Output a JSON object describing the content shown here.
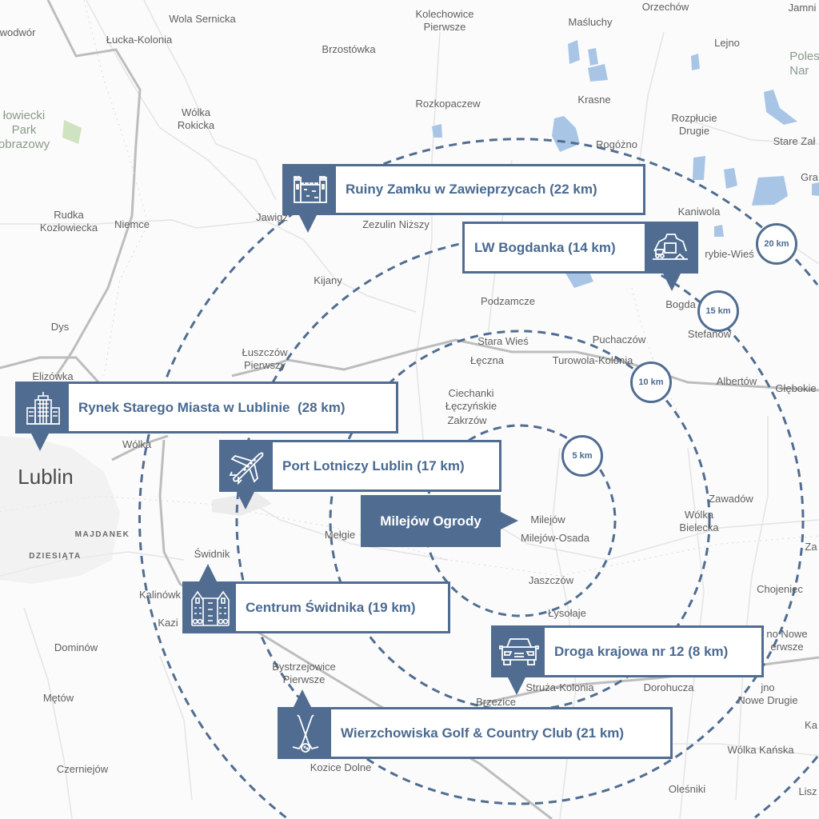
{
  "colors": {
    "accent": "#506d91",
    "water": "#a9c5e6",
    "road": "#bdbdbd",
    "park": "#cfe3c0"
  },
  "places": {
    "wodwor": "wodwór",
    "wola_sernicka": "Wola Sernicka",
    "lucka_kolonia": "Łucka-Kolonia",
    "brzostowka": "Brzostówka",
    "kolechowice": "Kolechowice\nPierwsze",
    "masluchy": "Maśluchy",
    "orzechow": "Orzechów",
    "jamni": "Jamni",
    "lejno": "Lejno",
    "poleski": "Poles\nNar",
    "park": "łowiecki\nPark\nobrazowy",
    "wolka_rokicka": "Wólka\nRokicka",
    "rozkopaczew": "Rozkopaczew",
    "krasne": "Krasne",
    "rozplucie": "Rozpłucie\nDrugie",
    "stare_zal": "Stare Zał",
    "rogozno": "Rogóżno",
    "gra": "Gra",
    "rudka": "Rudka\nKozłowiecka",
    "niemce": "Niemce",
    "jawigz": "Jawigz",
    "zezulin": "Zezulin Niższy",
    "kaniwola": "Kaniwola",
    "nadrybie": "rybie-Wieś",
    "kijany": "Kijany",
    "podzamcze": "Podzamcze",
    "bogda": "Bogda",
    "stefanow": "Stefanów",
    "dys": "Dys",
    "luszczow": "Łuszczów\nPierwszy",
    "stara_wies": "Stara Wieś",
    "puchaczow": "Puchaczów",
    "leczna": "Łęczna",
    "turowola": "Turowola-Kolonia",
    "albertow": "Albertów",
    "glebokie": "Głębokie",
    "elizowka": "Elizówka",
    "ciechanki": "Ciechanki\nŁęczyńskie",
    "zakrzow": "Zakrzów",
    "wolka": "Wólka",
    "lublin": "Lublin",
    "melgiew": "Mełgie",
    "milejow": "Milejów",
    "milejow_osada": "Milejów-Osada",
    "majdanek": "MAJDANEK",
    "dziesiata": "DZIESIĄTA",
    "swidnik": "Świdnik",
    "jaszczow": "Jaszczów",
    "zawadow": "Zawadów",
    "wolka_bielecka": "Wólka\nBielecka",
    "kalinowka": "Kalinówk",
    "kazi": "Kazi",
    "lysolaje": "Łysołaje",
    "chojeniec": "Chojeniec",
    "za": "Za",
    "dominow": "Dominów",
    "no_nowe": "no Nowe\nerwsze",
    "dorohucza": "Dorohucza",
    "jno": "jno\nNowe Drugie",
    "struza": "Struża-Kolonia",
    "brzezice": "Brzezice",
    "bystrzejowice": "Bystrzejowice\nPierwsze",
    "metow": "Mętów",
    "kozice": "Kozice Dolne",
    "wolka_kanska": "Wólka Kańska",
    "ka": "Ka",
    "czerniejow": "Czerniejów",
    "olesniki": "Oleśniki",
    "lisz": "Lisz"
  },
  "rings": [
    {
      "km": 5,
      "label": "5 km"
    },
    {
      "km": 10,
      "label": "10 km"
    },
    {
      "km": 15,
      "label": "15 km"
    },
    {
      "km": 20,
      "label": "20 km"
    }
  ],
  "center": {
    "label": "Milejów Ogrody"
  },
  "pois": [
    {
      "label": "Ruiny Zamku w Zawieprzycach (22 km)",
      "icon": "castle-icon"
    },
    {
      "label": "LW Bogdanka (14 km)",
      "icon": "mine-icon"
    },
    {
      "label": "Rynek Starego Miasta w Lublinie  (28 km)",
      "icon": "old-town-building-icon"
    },
    {
      "label": "Port Lotniczy Lublin (17 km)",
      "icon": "airplane-icon"
    },
    {
      "label": "Centrum Świdnika (19 km)",
      "icon": "townhouses-icon"
    },
    {
      "label": "Droga krajowa nr 12 (8 km)",
      "icon": "car-icon"
    },
    {
      "label": "Wierzchowiska Golf & Country Club (21 km)",
      "icon": "golf-icon"
    }
  ]
}
